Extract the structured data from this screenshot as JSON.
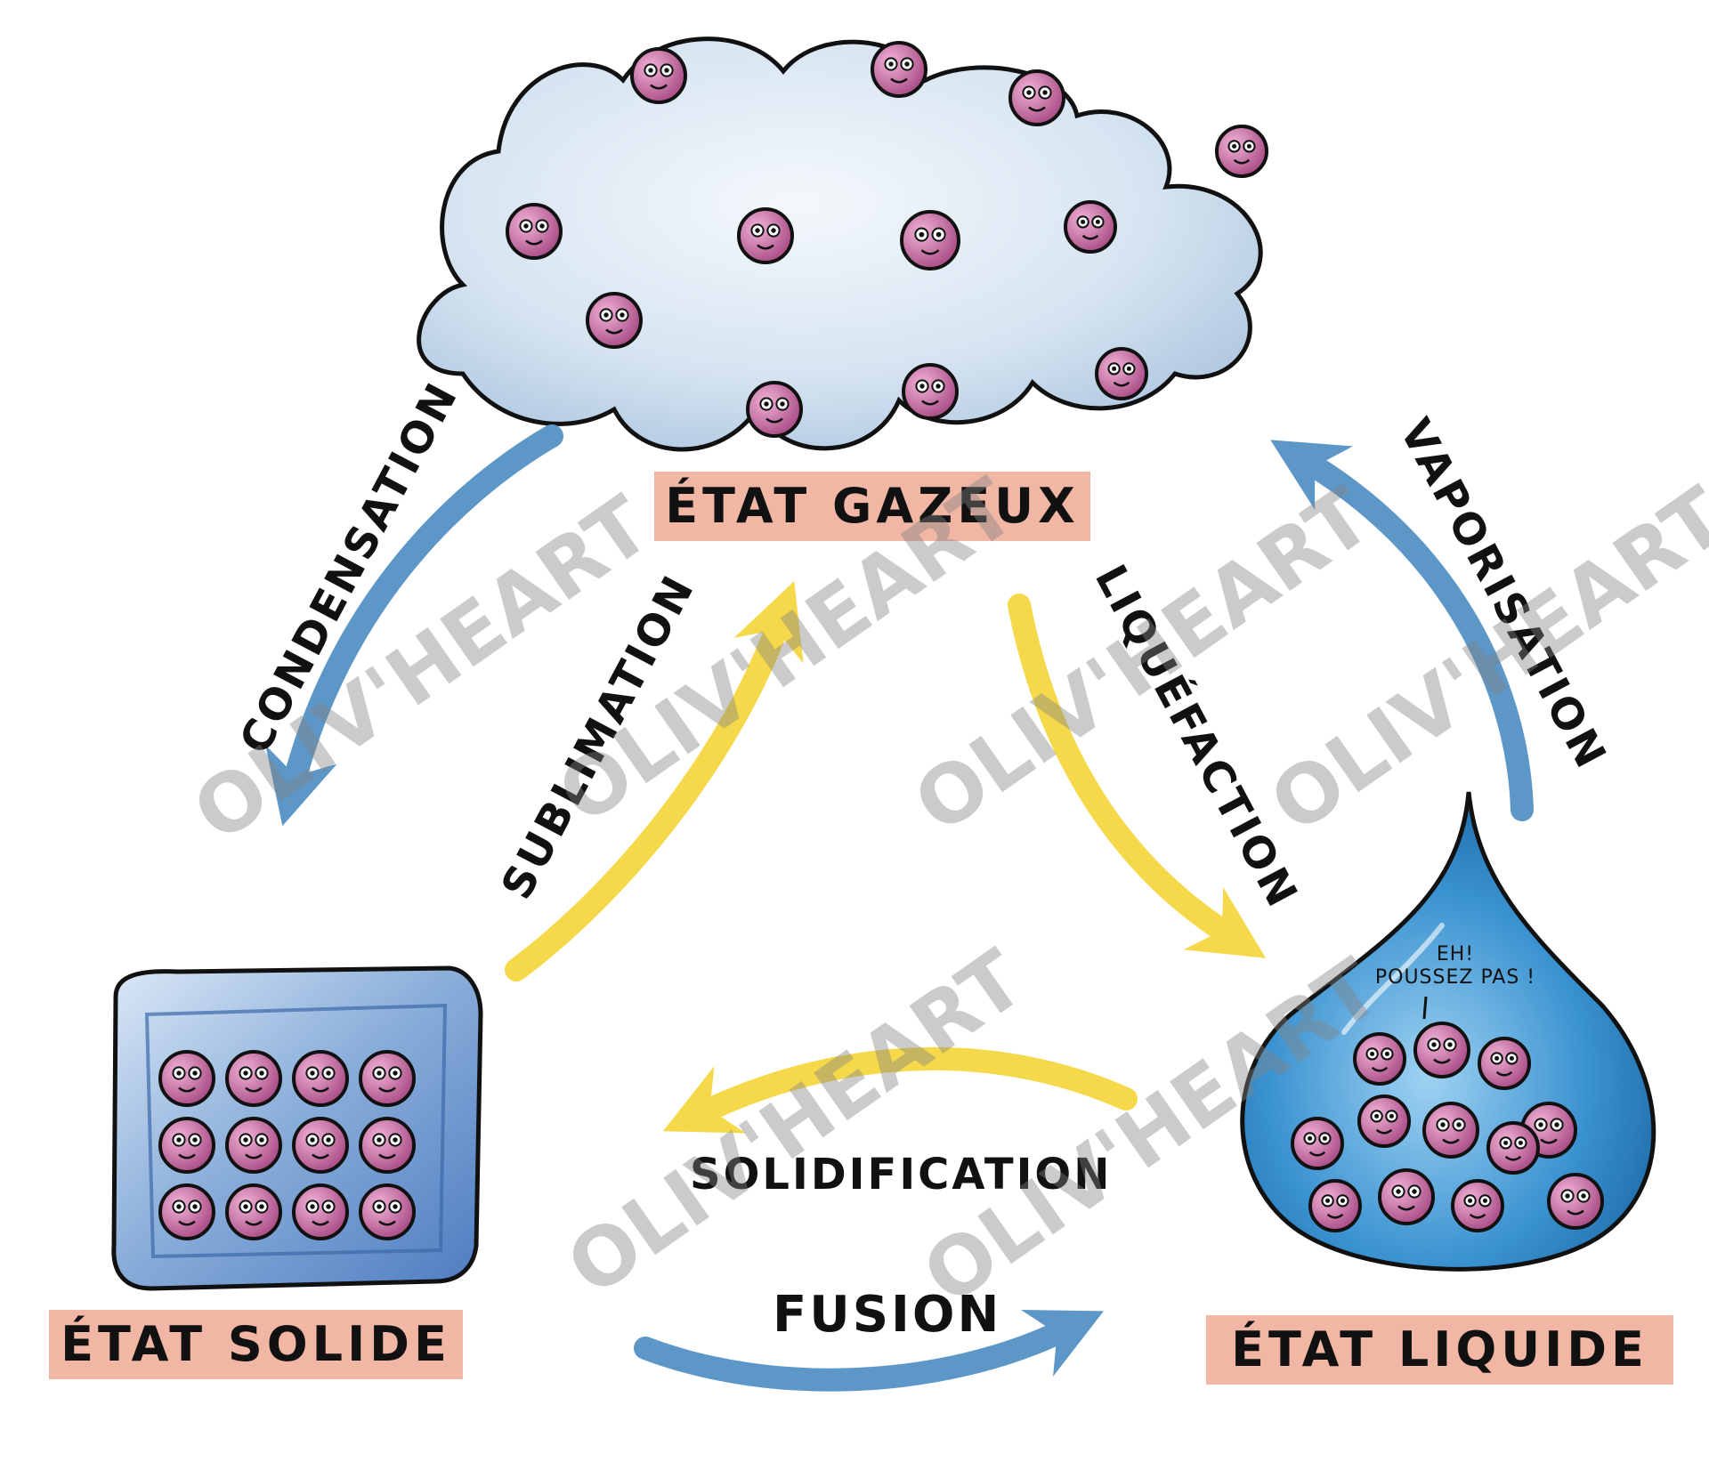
{
  "states": {
    "gas": "ÉTAT GAZEUX",
    "solid": "ÉTAT SOLIDE",
    "liquid": "ÉTAT LIQUIDE"
  },
  "processes": {
    "condensation": "CONDENSATION",
    "sublimation": "SUBLIMATION",
    "liquefaction": "LIQUÉFACTION",
    "vaporisation": "VAPORISATION",
    "solidification": "SOLIDIFICATION",
    "fusion": "FUSION"
  },
  "speech_bubble": {
    "line1": "EH!",
    "line2": "POUSSEZ PAS !"
  },
  "watermark": "OLIV'HEART",
  "colors": {
    "label_band": "#f1b6a4",
    "arrow_blue": "#5c97c8",
    "arrow_yellow": "#f5d94a",
    "molecule": "#c5649c",
    "cloud": "#c6d8eb",
    "drop": "#2d87c8",
    "ice": "#8fb2dc"
  }
}
